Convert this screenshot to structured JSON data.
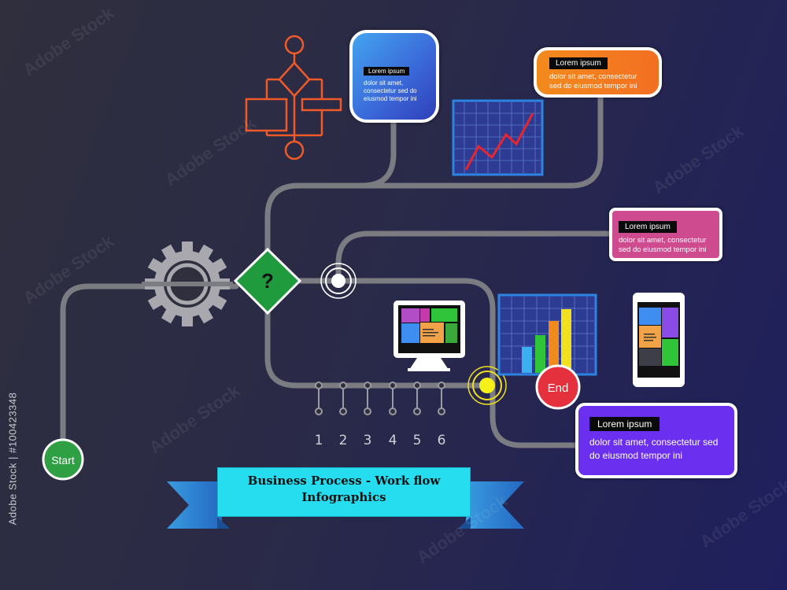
{
  "callouts": {
    "blue": {
      "tag": "Lorem ipsum",
      "body": "dolor sit amet, consectetur sed do eiusmod tempor ini"
    },
    "orange": {
      "tag": "Lorem ipsum",
      "body": "dolor sit amet, consectetur sed do eiusmod tempor ini"
    },
    "pink": {
      "tag": "Lorem ipsum",
      "body": "dolor sit amet, consectetur sed do eiusmod tempor ini"
    },
    "purple": {
      "tag": "Lorem ipsum",
      "body": "dolor sit amet, consectetur sed do eiusmod tempor ini"
    }
  },
  "nodes": {
    "start": "Start",
    "end": "End",
    "decision": "?"
  },
  "steps": [
    "1",
    "2",
    "3",
    "4",
    "5",
    "6"
  ],
  "banner": {
    "line1": "Business Process - Work flow",
    "line2": "Infographics"
  },
  "watermark": {
    "text": "Adobe Stock",
    "id": "Adobe Stock | #100423348"
  },
  "icons": [
    "flowchart-icon",
    "line-chart-icon",
    "gear-icon",
    "monitor-icon",
    "bar-chart-icon",
    "smartphone-icon"
  ],
  "colors": {
    "track": "#7b7b82",
    "flowchart": "#f05a28",
    "start": "#2ea043",
    "end": "#e5303d",
    "decision": "#1f9a3c",
    "banner": "#26ddf0",
    "ribbon": "#2f87d6"
  }
}
